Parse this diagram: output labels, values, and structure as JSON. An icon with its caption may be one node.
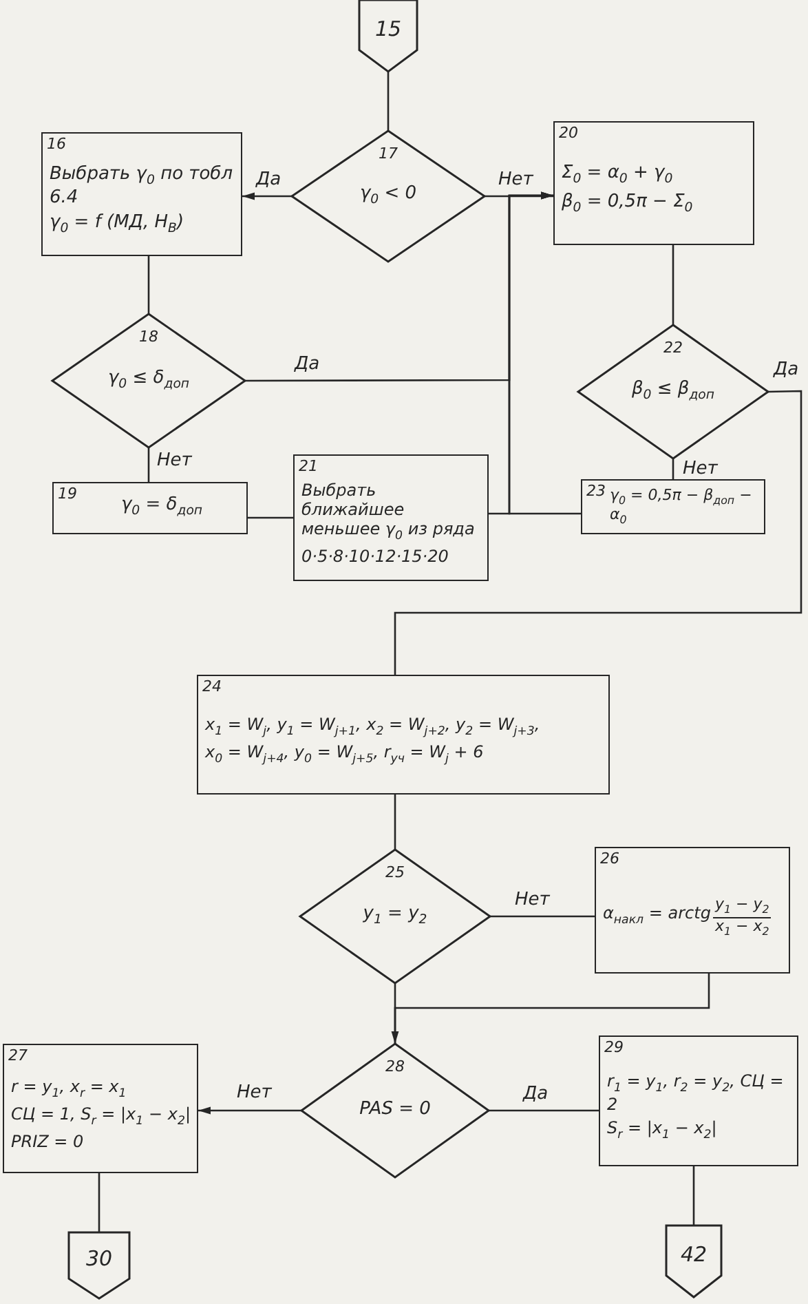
{
  "diagram": {
    "nodes": [
      {
        "text": [
          "15"
        ]
      },
      {
        "text": [
          "17",
          "γ$_{0}$ < 0"
        ]
      },
      {
        "text": [
          "16",
          "Выбрать γ$_{0}$ по тобл 6.4",
          "γ$_{0}$ = f (МД, Н$_{В}$)"
        ]
      },
      {
        "text": [
          "20",
          "Σ$_{0}$ = α$_{0}$ + γ$_{0}$",
          "β$_{0}$ = 0,5π − Σ$_{0}$"
        ]
      },
      {
        "text": [
          "18",
          "γ$_{0}$ ≤ δ$_{доп}$"
        ]
      },
      {
        "text": [
          "19",
          "γ$_{0}$ = δ$_{доп}$"
        ]
      },
      {
        "text": [
          "21",
          "Выбрать ближайшее меньшее γ$_{0}$ из ряда",
          "0·5·8·10·12·15·20"
        ]
      },
      {
        "text": [
          "22",
          "β$_{0}$ ≤ β$_{доп}$"
        ]
      },
      {
        "text": [
          "23",
          "γ$_{0}$ = 0,5π − β$_{доп}$ − α$_{0}$"
        ]
      },
      {
        "text": [
          "24",
          "x$_{1}$ = W$_{j}$, y$_{1}$ = W$_{j+1}$, x$_{2}$ = W$_{j+2}$, y$_{2}$ = W$_{j+3}$,",
          "x$_{0}$ = W$_{j+4}$, y$_{0}$ = W$_{j+5}$, r$_{уч}$ = W$_{j}$ + 6"
        ]
      },
      {
        "text": [
          "25",
          "y$_{1}$ = y$_{2}$"
        ]
      },
      {
        "text": [
          "26",
          "α$_{накл}$ = arctg",
          "y$_{1}$ − y$_{2}$",
          "x$_{1}$ − x$_{2}$"
        ]
      },
      {
        "text": [
          "28",
          "PAS = 0"
        ]
      },
      {
        "text": [
          "27",
          "r = y$_{1}$,  x$_{r}$ = x$_{1}$",
          "СЦ = 1, S$_{r}$ = |x$_{1}$ − x$_{2}$|",
          "PRIZ = 0"
        ]
      },
      {
        "text": [
          "29",
          "r$_{1}$ = y$_{1}$, r$_{2}$ = y$_{2}$, СЦ = 2",
          "S$_{r}$ = |x$_{1}$ − x$_{2}$|"
        ]
      },
      {
        "text": [
          "30"
        ]
      },
      {
        "text": [
          "42"
        ]
      }
    ],
    "edges": [
      {
        "from": 0,
        "to": 1,
        "arrow": "none"
      },
      {
        "from": 1,
        "to": 2,
        "arrow": "to",
        "label": "Да"
      },
      {
        "from": 1,
        "to": 3,
        "arrow": "none",
        "label": "Нет"
      },
      {
        "from": 2,
        "to": 4,
        "arrow": "none"
      },
      {
        "from": 4,
        "to": 3,
        "arrow": "to",
        "label": "Да"
      },
      {
        "from": 4,
        "to": 5,
        "arrow": "none",
        "label": "Нет"
      },
      {
        "from": 5,
        "to": 6,
        "arrow": "none"
      },
      {
        "from": 6,
        "to": 3,
        "arrow": "to"
      },
      {
        "from": 8,
        "to": 3,
        "arrow": "to"
      },
      {
        "from": 3,
        "to": 7,
        "arrow": "none"
      },
      {
        "from": 7,
        "to": 8,
        "arrow": "none",
        "label": "Нет"
      },
      {
        "from": 7,
        "to": 9,
        "arrow": "none",
        "label": "Да"
      },
      {
        "from": 9,
        "to": 10,
        "arrow": "none"
      },
      {
        "from": 10,
        "to": 11,
        "arrow": "none",
        "label": "Нет"
      },
      {
        "from": 11,
        "to": 12,
        "arrow": "to"
      },
      {
        "from": 10,
        "to": 12,
        "arrow": "none"
      },
      {
        "from": 12,
        "to": 13,
        "arrow": "to",
        "label": "Нет"
      },
      {
        "from": 12,
        "to": 14,
        "arrow": "none",
        "label": "Да"
      },
      {
        "from": 13,
        "to": 15,
        "arrow": "none"
      },
      {
        "from": 14,
        "to": 16,
        "arrow": "none"
      }
    ]
  }
}
